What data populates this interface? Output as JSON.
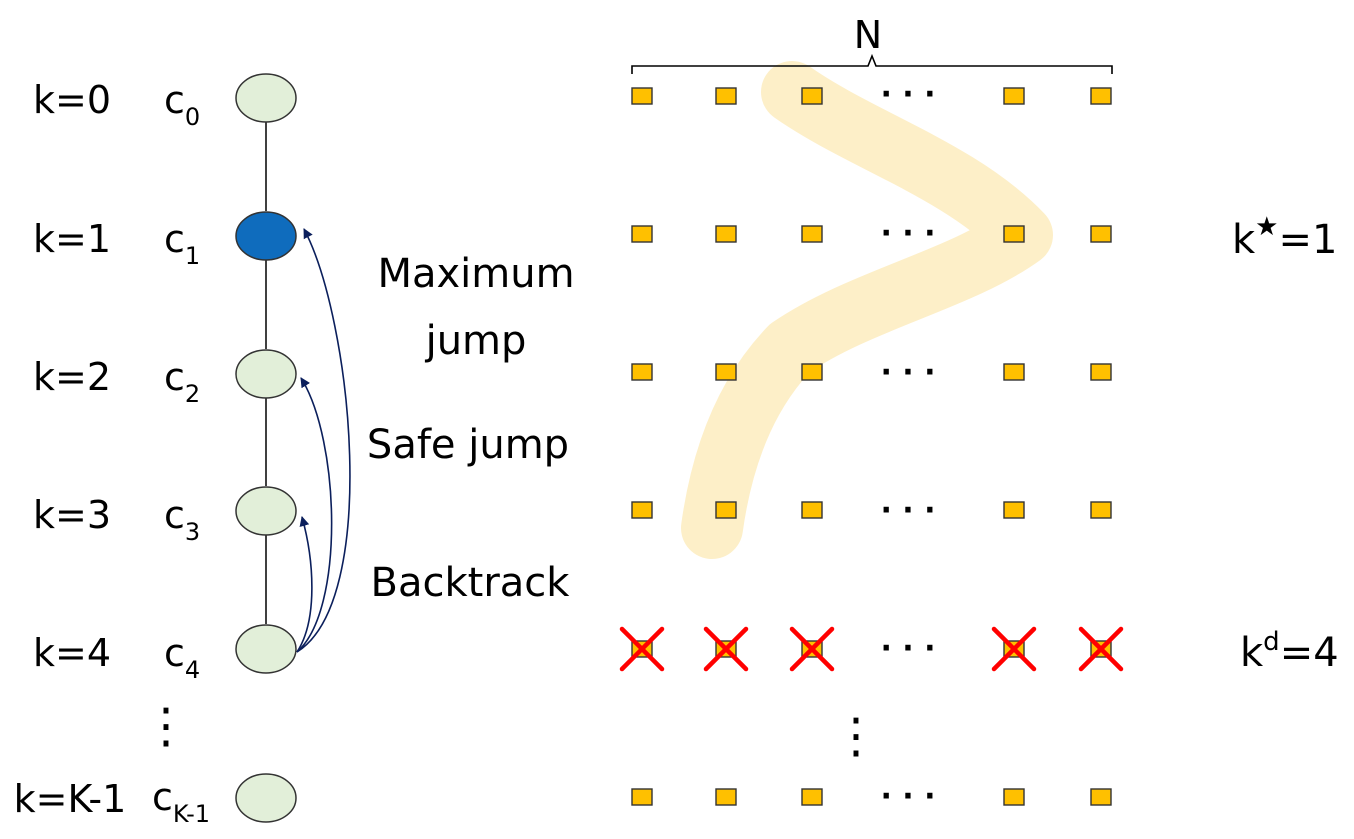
{
  "colors": {
    "node_fill": "#e2efd9",
    "node_highlight": "#0f6cbd",
    "node_stroke": "#333333",
    "square_fill": "#ffc000",
    "band": "#fdefc8",
    "arrow": "#0b1f5c",
    "cross": "#ff0000"
  },
  "left": {
    "rows": [
      {
        "k": "k=0",
        "c": "c",
        "sub": "0",
        "highlight": false
      },
      {
        "k": "k=1",
        "c": "c",
        "sub": "1",
        "highlight": true
      },
      {
        "k": "k=2",
        "c": "c",
        "sub": "2",
        "highlight": false
      },
      {
        "k": "k=3",
        "c": "c",
        "sub": "3",
        "highlight": false
      },
      {
        "k": "k=4",
        "c": "c",
        "sub": "4",
        "highlight": false
      },
      {
        "k": "k=K-1",
        "c": "c",
        "sub": "K-1",
        "highlight": false
      }
    ],
    "vdots": "⋮"
  },
  "arrows": [
    {
      "label": "Maximum",
      "label2": "jump"
    },
    {
      "label": "Safe jump"
    },
    {
      "label": "Backtrack"
    }
  ],
  "grid": {
    "brace_label": "N",
    "hdots": "· · ·",
    "vdots": "⋮",
    "crossed_row": 4
  },
  "right": {
    "kstar": {
      "base": "k",
      "sup": "★",
      "rest": "=1"
    },
    "kd": {
      "base": "k",
      "sup": "d",
      "rest": "=4"
    }
  }
}
